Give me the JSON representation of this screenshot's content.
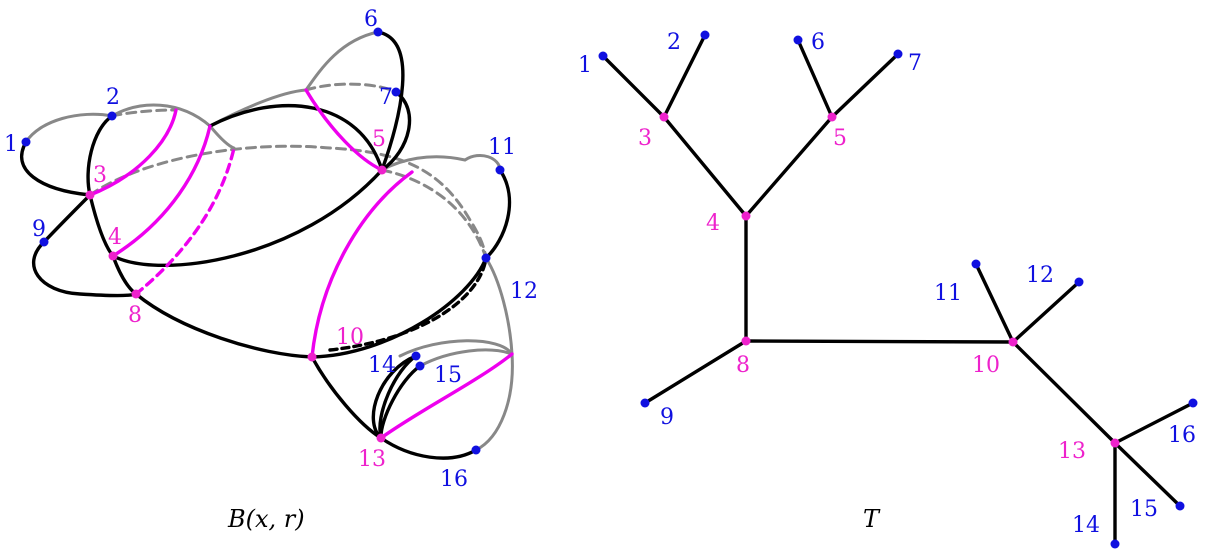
{
  "colors": {
    "vertex_blue": "#1010e0",
    "vertex_magenta": "#ee22cc",
    "edge_black": "#000000",
    "edge_gray": "#888888",
    "edge_magenta": "#ee00ee"
  },
  "left_figure": {
    "caption": "B(x, r)",
    "vertex_labels": {
      "v1": "1",
      "v2": "2",
      "v3": "3",
      "v4": "4",
      "v5": "5",
      "v6": "6",
      "v7": "7",
      "v8": "8",
      "v9": "9",
      "v10": "10",
      "v11": "11",
      "v12": "12",
      "v13": "13",
      "v14": "14",
      "v15": "15",
      "v16": "16"
    }
  },
  "right_figure": {
    "caption": "T",
    "vertex_labels": {
      "v1": "1",
      "v2": "2",
      "v3": "3",
      "v4": "4",
      "v5": "5",
      "v6": "6",
      "v7": "7",
      "v8": "8",
      "v9": "9",
      "v10": "10",
      "v11": "11",
      "v12": "12",
      "v13": "13",
      "v14": "14",
      "v15": "15",
      "v16": "16"
    },
    "edges": [
      [
        "1",
        "3"
      ],
      [
        "2",
        "3"
      ],
      [
        "6",
        "5"
      ],
      [
        "7",
        "5"
      ],
      [
        "3",
        "4"
      ],
      [
        "5",
        "4"
      ],
      [
        "4",
        "8"
      ],
      [
        "8",
        "9"
      ],
      [
        "8",
        "10"
      ],
      [
        "10",
        "11"
      ],
      [
        "10",
        "12"
      ],
      [
        "10",
        "13"
      ],
      [
        "13",
        "14"
      ],
      [
        "13",
        "15"
      ],
      [
        "13",
        "16"
      ]
    ]
  }
}
